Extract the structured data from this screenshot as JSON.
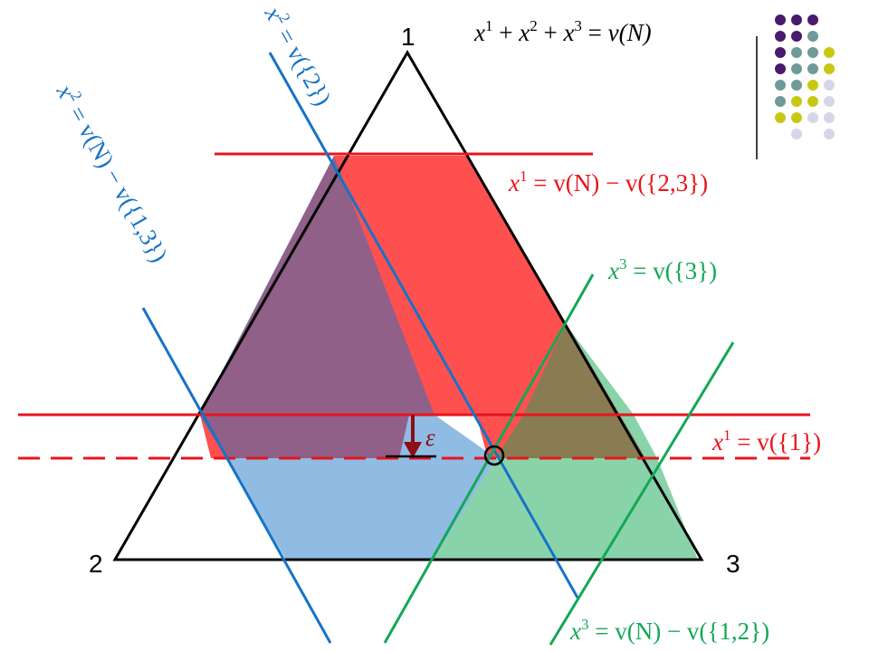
{
  "vertices": {
    "top": "1",
    "bottom_left": "2",
    "bottom_right": "3"
  },
  "equation": {
    "lhs_x": "x",
    "sup1": "1",
    "plus1": " + ",
    "sup2": "2",
    "plus2": " + ",
    "sup3": "3",
    "eq": " = ",
    "rhs": "v(N)"
  },
  "epsilon_label": "ε",
  "lines": {
    "x1_top": {
      "var": "x",
      "sup": "1",
      "rhs": " = v(N) − v({2,3})"
    },
    "x1_low": {
      "var": "x",
      "sup": "1",
      "rhs": " = v({1})"
    },
    "x3_low": {
      "var": "x",
      "sup": "3",
      "rhs": " = v({3})"
    },
    "x3_high": {
      "var": "x",
      "sup": "3",
      "rhs": " = v(N) − v({1,2})"
    },
    "x2_low": {
      "var": "x",
      "sup": "2",
      "rhs": " = v({2})"
    },
    "x2_high": {
      "var": "x",
      "sup": "2",
      "rhs": " = v(N) − v({1,3})"
    }
  },
  "colors": {
    "red": "#e8141c",
    "blue": "#1673c6",
    "green": "#14a855",
    "dark_red": "#8b0f14",
    "dot_purple": "#4a1a6b",
    "dot_teal": "#6e9a9a",
    "dot_yellow": "#c8c814",
    "dot_lavender": "#d6d6e8"
  },
  "dot_grid": [
    [
      "purple",
      "purple",
      "purple",
      ""
    ],
    [
      "purple",
      "purple",
      "teal",
      ""
    ],
    [
      "purple",
      "teal",
      "teal",
      "yellow"
    ],
    [
      "purple",
      "teal",
      "teal",
      "yellow"
    ],
    [
      "teal",
      "teal",
      "yellow",
      "lavender"
    ],
    [
      "teal",
      "yellow",
      "yellow",
      "lavender"
    ],
    [
      "yellow",
      "yellow",
      "lavender",
      "lavender"
    ],
    [
      "",
      "lavender",
      "",
      "lavender"
    ]
  ]
}
